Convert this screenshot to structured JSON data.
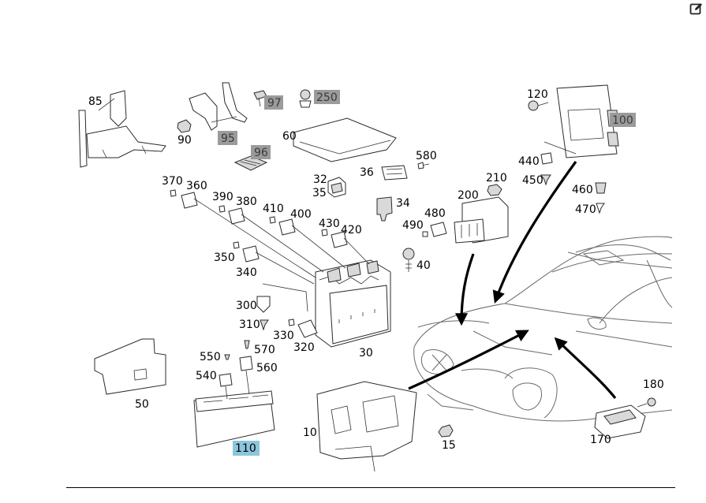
{
  "diagram": {
    "labels": [
      "85",
      "90",
      "95",
      "96",
      "97",
      "250",
      "60",
      "120",
      "100",
      "440",
      "450",
      "460",
      "470",
      "370",
      "360",
      "390",
      "380",
      "410",
      "400",
      "430",
      "420",
      "350",
      "340",
      "300",
      "310",
      "330",
      "320",
      "30",
      "32",
      "35",
      "36",
      "580",
      "34",
      "480",
      "490",
      "200",
      "210",
      "40",
      "550",
      "570",
      "540",
      "560",
      "50",
      "110",
      "10",
      "15",
      "180",
      "170"
    ],
    "highlighted": [
      "95",
      "96",
      "97",
      "250",
      "100",
      "110"
    ],
    "colors": {
      "highlight_gray": "#9b9b9b",
      "highlight_blue": "#8dc6dc"
    }
  },
  "icons": {
    "edit": "edit-icon"
  }
}
